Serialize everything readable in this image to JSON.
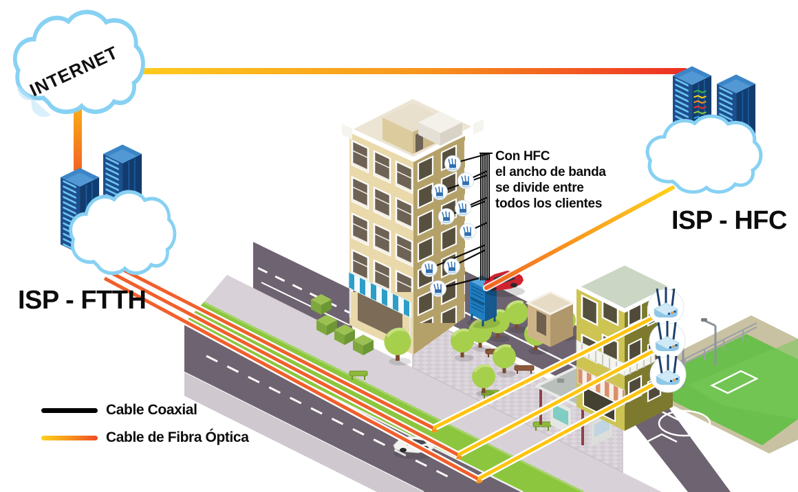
{
  "diagram": {
    "title_context": "Comparación de acceso a internet FTTH vs HFC",
    "internet_cloud": {
      "label": "INTERNET"
    },
    "isp_ftth": {
      "label": "ISP - FTTH"
    },
    "isp_hfc": {
      "label": "ISP - HFC"
    },
    "annotation": {
      "line1": "Con HFC",
      "line2": "el ancho de banda",
      "line3": "se divide entre",
      "line4": "todos los clientes"
    },
    "legend": {
      "coaxial_label": "Cable Coaxial",
      "fiber_label": "Cable de Fibra Óptica"
    },
    "network": {
      "nodes": [
        "internet-cloud",
        "isp-ftth-servers",
        "isp-ftth-cloud",
        "isp-hfc-servers",
        "isp-hfc-cloud",
        "hfc-street-node",
        "hfc-apartment-building-modems",
        "ftth-building-routers"
      ],
      "links": [
        {
          "from": "internet-cloud",
          "to": "isp-hfc-servers",
          "type": "fiber"
        },
        {
          "from": "internet-cloud",
          "to": "isp-ftth-servers",
          "type": "fiber"
        },
        {
          "from": "isp-hfc-cloud",
          "to": "hfc-street-node",
          "type": "fiber"
        },
        {
          "from": "hfc-street-node",
          "to": "hfc-apartment-building-modems",
          "type": "coaxial"
        },
        {
          "from": "isp-ftth-cloud",
          "to": "ftth-building-routers",
          "type": "fiber",
          "count": 3
        }
      ]
    },
    "counts": {
      "hfc_modems": 9,
      "ftth_routers": 3,
      "fiber_lines_ftth": 3
    },
    "colors": {
      "coaxial": "#000000",
      "fiber_gradient_start": "#ffd21c",
      "fiber_gradient_end": "#f04b23",
      "fiber_orange": "#f15f2c",
      "fiber_yellow": "#ffc40e",
      "cloud_stroke": "#87d1f3",
      "server_blue": "#1c4f8f",
      "street": "#6e6370",
      "grass": "#8cc63e",
      "field_green": "#6bbf4c",
      "building_tan": "#e9d9ab",
      "building_olive": "#cdc454",
      "node_blue": "#1f7dc1"
    }
  }
}
